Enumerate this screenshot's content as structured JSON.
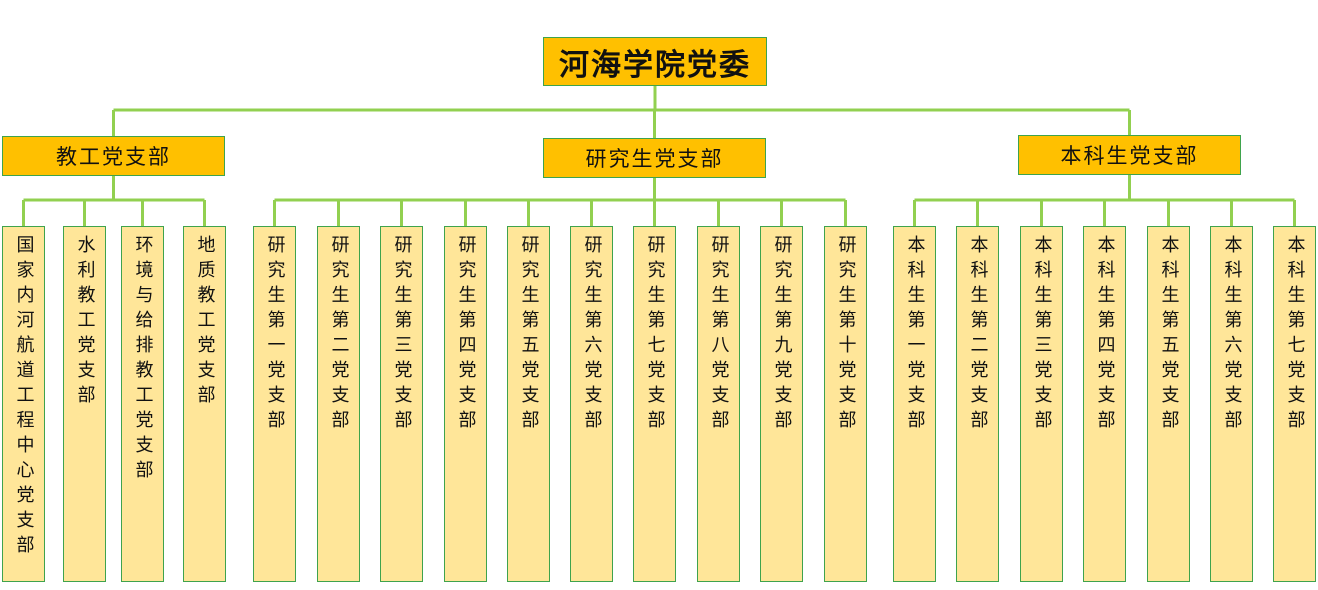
{
  "root": {
    "label": "河海学院党委"
  },
  "branches": [
    {
      "label": "教工党支部",
      "children": [
        "国家内河航道工程中心党支部",
        "水利教工党支部",
        "环境与给排教工党支部",
        "地质教工党支部"
      ]
    },
    {
      "label": "研究生党支部",
      "children": [
        "研究生第一党支部",
        "研究生第二党支部",
        "研究生第三党支部",
        "研究生第四党支部",
        "研究生第五党支部",
        "研究生第六党支部",
        "研究生第七党支部",
        "研究生第八党支部",
        "研究生第九党支部",
        "研究生第十党支部"
      ]
    },
    {
      "label": "本科生党支部",
      "children": [
        "本科生第一党支部",
        "本科生第二党支部",
        "本科生第三党支部",
        "本科生第四党支部",
        "本科生第五党支部",
        "本科生第六党支部",
        "本科生第七党支部"
      ]
    }
  ],
  "colors": {
    "root_fill": "#ffc000",
    "leaf_fill": "#ffe699",
    "line": "#92d050",
    "border": "#3fa34d"
  }
}
